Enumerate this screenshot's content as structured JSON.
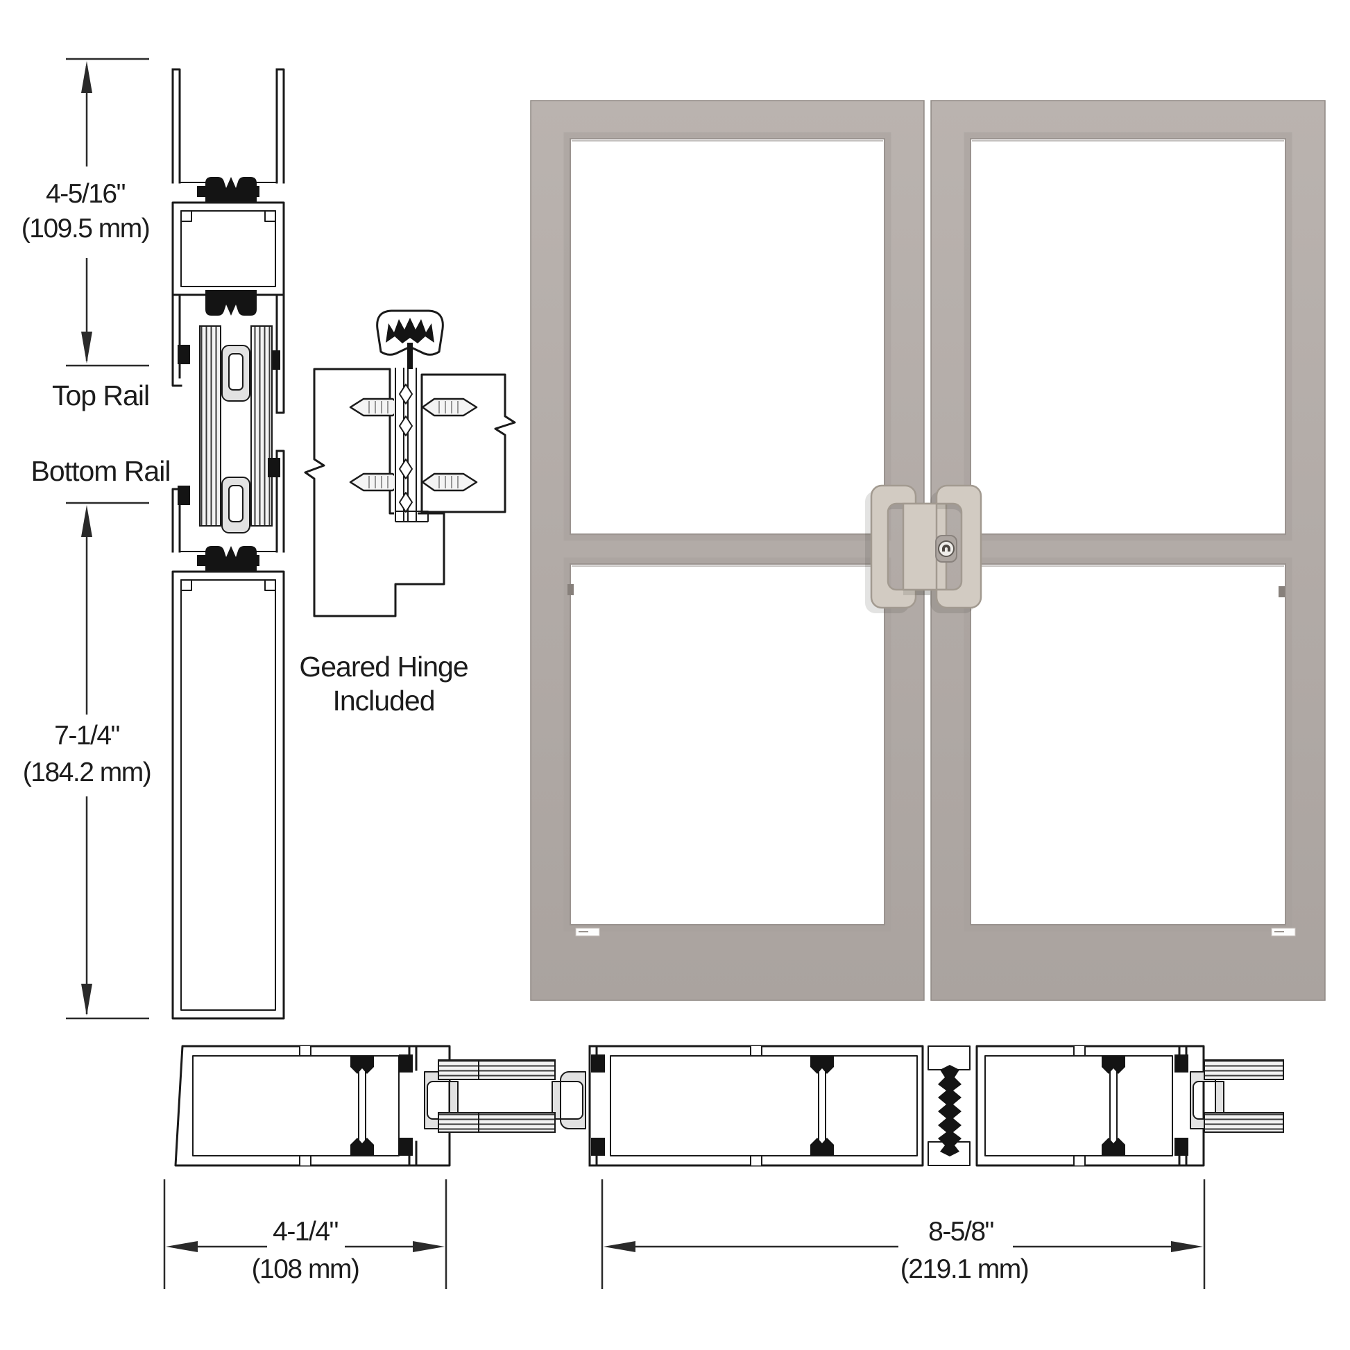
{
  "sections": {
    "top_rail": {
      "dim_in": "4-5/16\"",
      "dim_mm": "(109.5 mm)",
      "label": "Top Rail"
    },
    "bottom_rail": {
      "dim_in": "7-1/4\"",
      "dim_mm": "(184.2 mm)",
      "label": "Bottom Rail"
    },
    "hinge": {
      "note1": "Geared Hinge",
      "note2": "Included"
    },
    "lock_stile": {
      "dim_in": "4-1/4\"",
      "dim_mm": "(108 mm)"
    },
    "stile_pair": {
      "dim_in": "8-5/8\"",
      "dim_mm": "(219.1 mm)"
    }
  },
  "colors": {
    "line_ink": "#1a1a1a",
    "dim_text": "#1c1c1c",
    "gasket_black": "#141414",
    "door_frame_top": "#bab3af",
    "door_frame_bottom": "#aaa39f",
    "handle": "#d2cbc2",
    "handle_outline": "#a29a90",
    "glass_white": "#ffffff",
    "metal_gray": "#e2e2e2"
  }
}
